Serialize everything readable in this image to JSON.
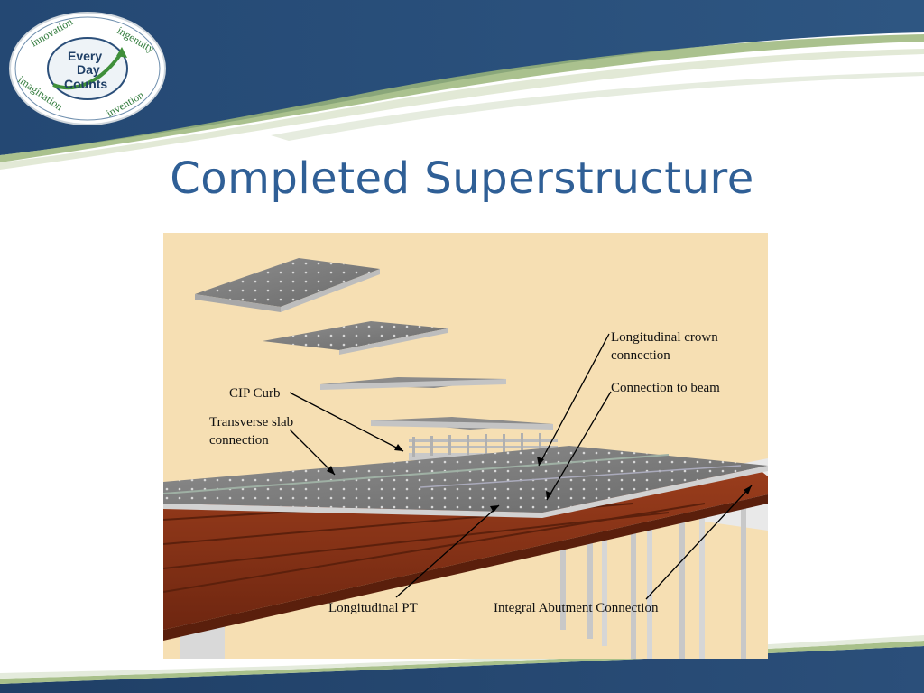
{
  "slide": {
    "title": "Completed Superstructure"
  },
  "logo": {
    "words": [
      "innovation",
      "ingenuity",
      "imagination",
      "invention"
    ],
    "center_lines": [
      "Every",
      "Day",
      "Counts"
    ]
  },
  "figure": {
    "labels": {
      "longitudinal_crown": "Longitudinal crown\nconnection",
      "connection_to_beam": "Connection to beam",
      "cip_curb": "CIP Curb",
      "transverse_slab": "Transverse slab\nconnection",
      "longitudinal_pt": "Longitudinal PT",
      "integral_abutment": "Integral Abutment Connection"
    }
  },
  "colors": {
    "header_blue": "#2b4f7a",
    "title_blue": "#2f5f96",
    "accent_green": "#7aa04a",
    "figure_bg": "#f6dfb3",
    "girder": "#8a3418",
    "deck": "#7b7b7b"
  }
}
